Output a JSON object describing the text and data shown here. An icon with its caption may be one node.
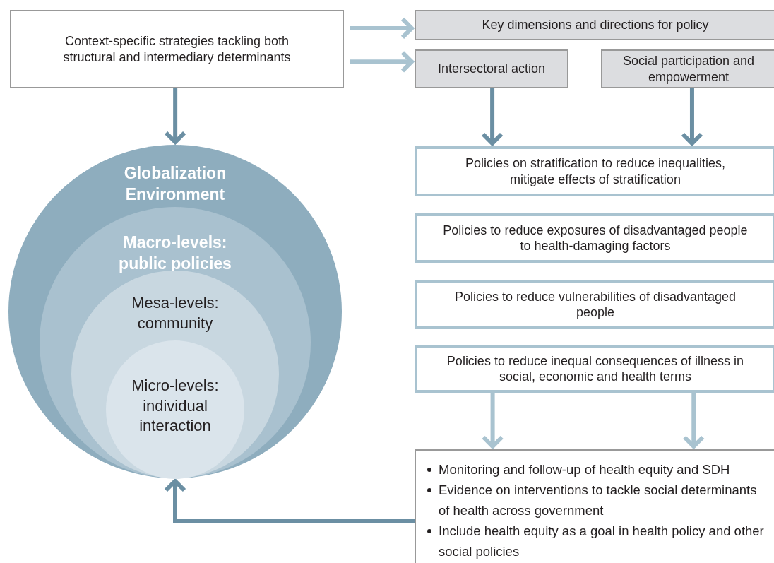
{
  "diagram": {
    "nodes": [
      {
        "text": [
          "Context-specific strategies tackling both structural and intermediary determinants"
        ]
      },
      {
        "text": [
          "Key dimensions and directions for policy"
        ]
      },
      {
        "text": [
          "Intersectoral action"
        ]
      },
      {
        "text": [
          "Social participation and empowerment"
        ]
      },
      {
        "text": [
          "Policies on stratification to reduce inequalities, mitigate effects of stratification"
        ]
      },
      {
        "text": [
          "Policies to reduce exposures of disadvantaged people to health-damaging factors"
        ]
      },
      {
        "text": [
          "Policies to reduce vulnerabilities of disadvantaged people"
        ]
      },
      {
        "text": [
          "Policies to reduce inequal consequences of illness in social, economic and health terms"
        ]
      },
      {
        "text": [
          "Monitoring and follow-up of health equity and SDH",
          "Evidence on interventions to tackle social determinants of health across government",
          "Include health equity as a goal in health policy and other social policies"
        ]
      },
      {
        "text": [
          "Globalization Environment"
        ]
      },
      {
        "text": [
          "Macro-levels: public policies"
        ],
        "in": 9
      },
      {
        "text": [
          "Mesa-levels: community"
        ],
        "in": 10
      },
      {
        "text": [
          "Micro-levels: individual interaction"
        ],
        "in": 11
      }
    ],
    "edges": [
      {
        "from": 0,
        "to": 1,
        "arrow": "to",
        "color": "#a9c3d0"
      },
      {
        "from": 0,
        "to": 2,
        "arrow": "to",
        "color": "#a9c3d0"
      },
      {
        "from": 0,
        "to": 9,
        "arrow": "to",
        "color": "#6b8fa3"
      },
      {
        "from": 2,
        "to": 4,
        "arrow": "to",
        "color": "#6b8fa3"
      },
      {
        "from": 3,
        "to": 4,
        "arrow": "to",
        "color": "#6b8fa3"
      },
      {
        "from": 7,
        "to": 8,
        "arrow": "to",
        "color": "#a9c3d0"
      },
      {
        "from": 7,
        "to": 8,
        "arrow": "to",
        "color": "#a9c3d0"
      },
      {
        "from": 8,
        "to": 9,
        "arrow": "to",
        "color": "#6b8fa3"
      }
    ]
  }
}
